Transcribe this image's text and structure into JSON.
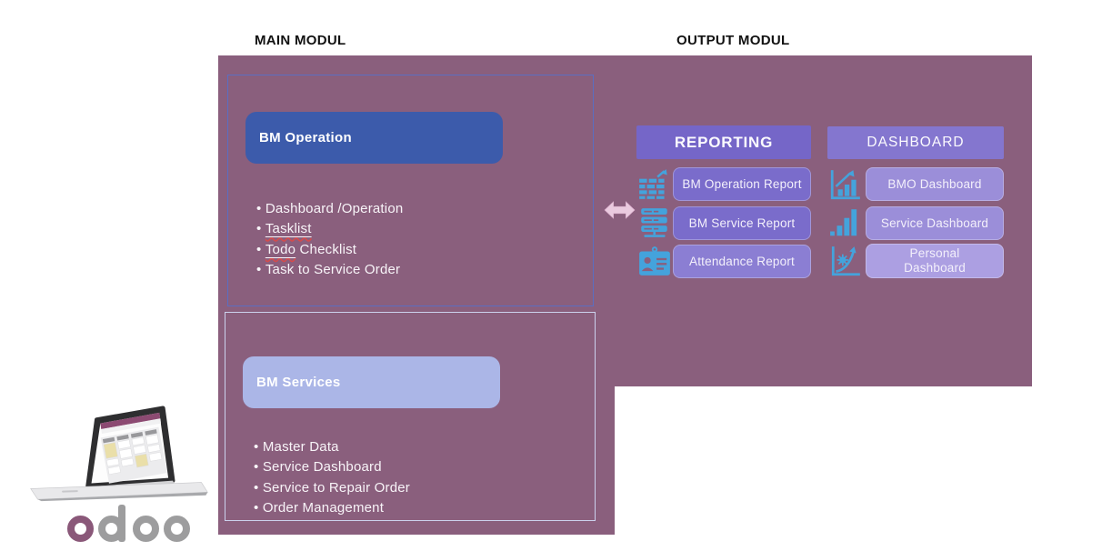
{
  "titles": {
    "main": "MAIN MODUL",
    "output": "OUTPUT MODUL"
  },
  "main_modul": {
    "boxes": [
      {
        "title": "BM Operation",
        "items": [
          {
            "text": "Dashboard /Operation"
          },
          {
            "link": "Tasklist"
          },
          {
            "link": "Todo",
            "rest": " Checklist"
          },
          {
            "text": "Task to Service Order"
          }
        ]
      },
      {
        "title": "BM Services",
        "items": [
          {
            "text": "Master Data"
          },
          {
            "text": "Service Dashboard"
          },
          {
            "text": "Service to Repair Order"
          },
          {
            "text": "Order Management"
          }
        ]
      }
    ]
  },
  "output_modul": {
    "reporting": {
      "header": "REPORTING",
      "buttons": [
        {
          "label": "BM Operation Report",
          "icon": "pivot-table-icon"
        },
        {
          "label": "BM Service Report",
          "icon": "server-stack-icon"
        },
        {
          "label": "Attendance Report",
          "icon": "id-badge-icon"
        }
      ]
    },
    "dashboard": {
      "header": "DASHBOARD",
      "buttons": [
        {
          "label": "BMO Dashboard",
          "icon": "chart-growth-icon"
        },
        {
          "label": "Service Dashboard",
          "icon": "bar-chart-icon"
        },
        {
          "label": "Personal Dashboard",
          "icon": "trend-curve-icon"
        }
      ]
    }
  },
  "branding": {
    "logo_text": "odoo"
  },
  "colors": {
    "panel": "#8A5F7D",
    "primary_button": "#3C5BAB",
    "secondary_button": "#ABB6E7",
    "reporting_header": "#7566C8",
    "dashboard_header": "#8476CF",
    "report_button": "#7A6CCB",
    "report_button_light": "#8B7ED3",
    "dashboard_button": "#9B8ED9",
    "dashboard_button_light": "#AC9FE2",
    "icon_blue": "#44A3DC",
    "arrow_pink": "#EACADF",
    "odoo_purple": "#8A5879",
    "odoo_gray": "#9D9D9E"
  }
}
